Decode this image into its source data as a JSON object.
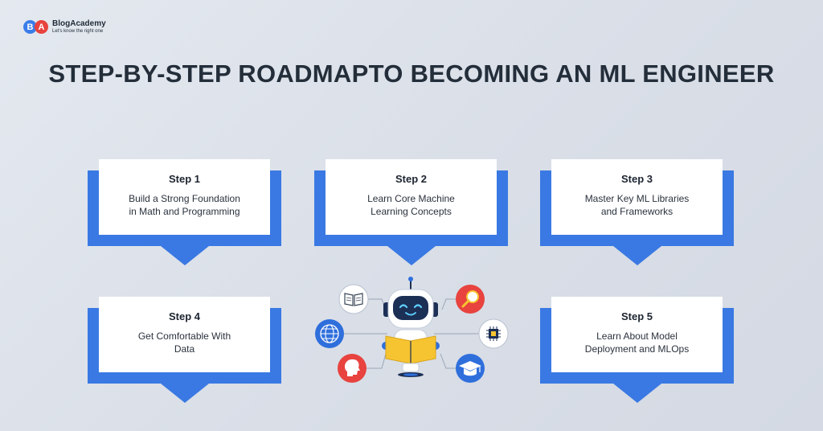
{
  "brand": {
    "letter_b": "B",
    "letter_a": "A",
    "name": "BlogAcademy",
    "tagline": "Let's know the right one"
  },
  "title": "STEP-BY-STEP ROADMAPTO BECOMING AN ML ENGINEER",
  "steps": [
    {
      "label": "Step 1",
      "line1": "Build a Strong Foundation",
      "line2": "in Math and Programming"
    },
    {
      "label": "Step 2",
      "line1": "Learn Core Machine",
      "line2": "Learning Concepts"
    },
    {
      "label": "Step 3",
      "line1": "Master Key ML Libraries",
      "line2": "and Frameworks"
    },
    {
      "label": "Step 4",
      "line1": "Get Comfortable With",
      "line2": "Data"
    },
    {
      "label": "Step 5",
      "line1": "Learn About Model",
      "line2": "Deployment and MLOps"
    }
  ],
  "colors": {
    "accent_blue": "#3a79e3",
    "accent_red": "#e8433e",
    "book_yellow": "#f6c431",
    "robot_navy": "#1c2f55"
  },
  "illustration_icons": [
    "book-icon",
    "magnifier-icon",
    "globe-icon",
    "chip-icon",
    "head-icon",
    "graduation-cap-icon",
    "robot-icon"
  ]
}
